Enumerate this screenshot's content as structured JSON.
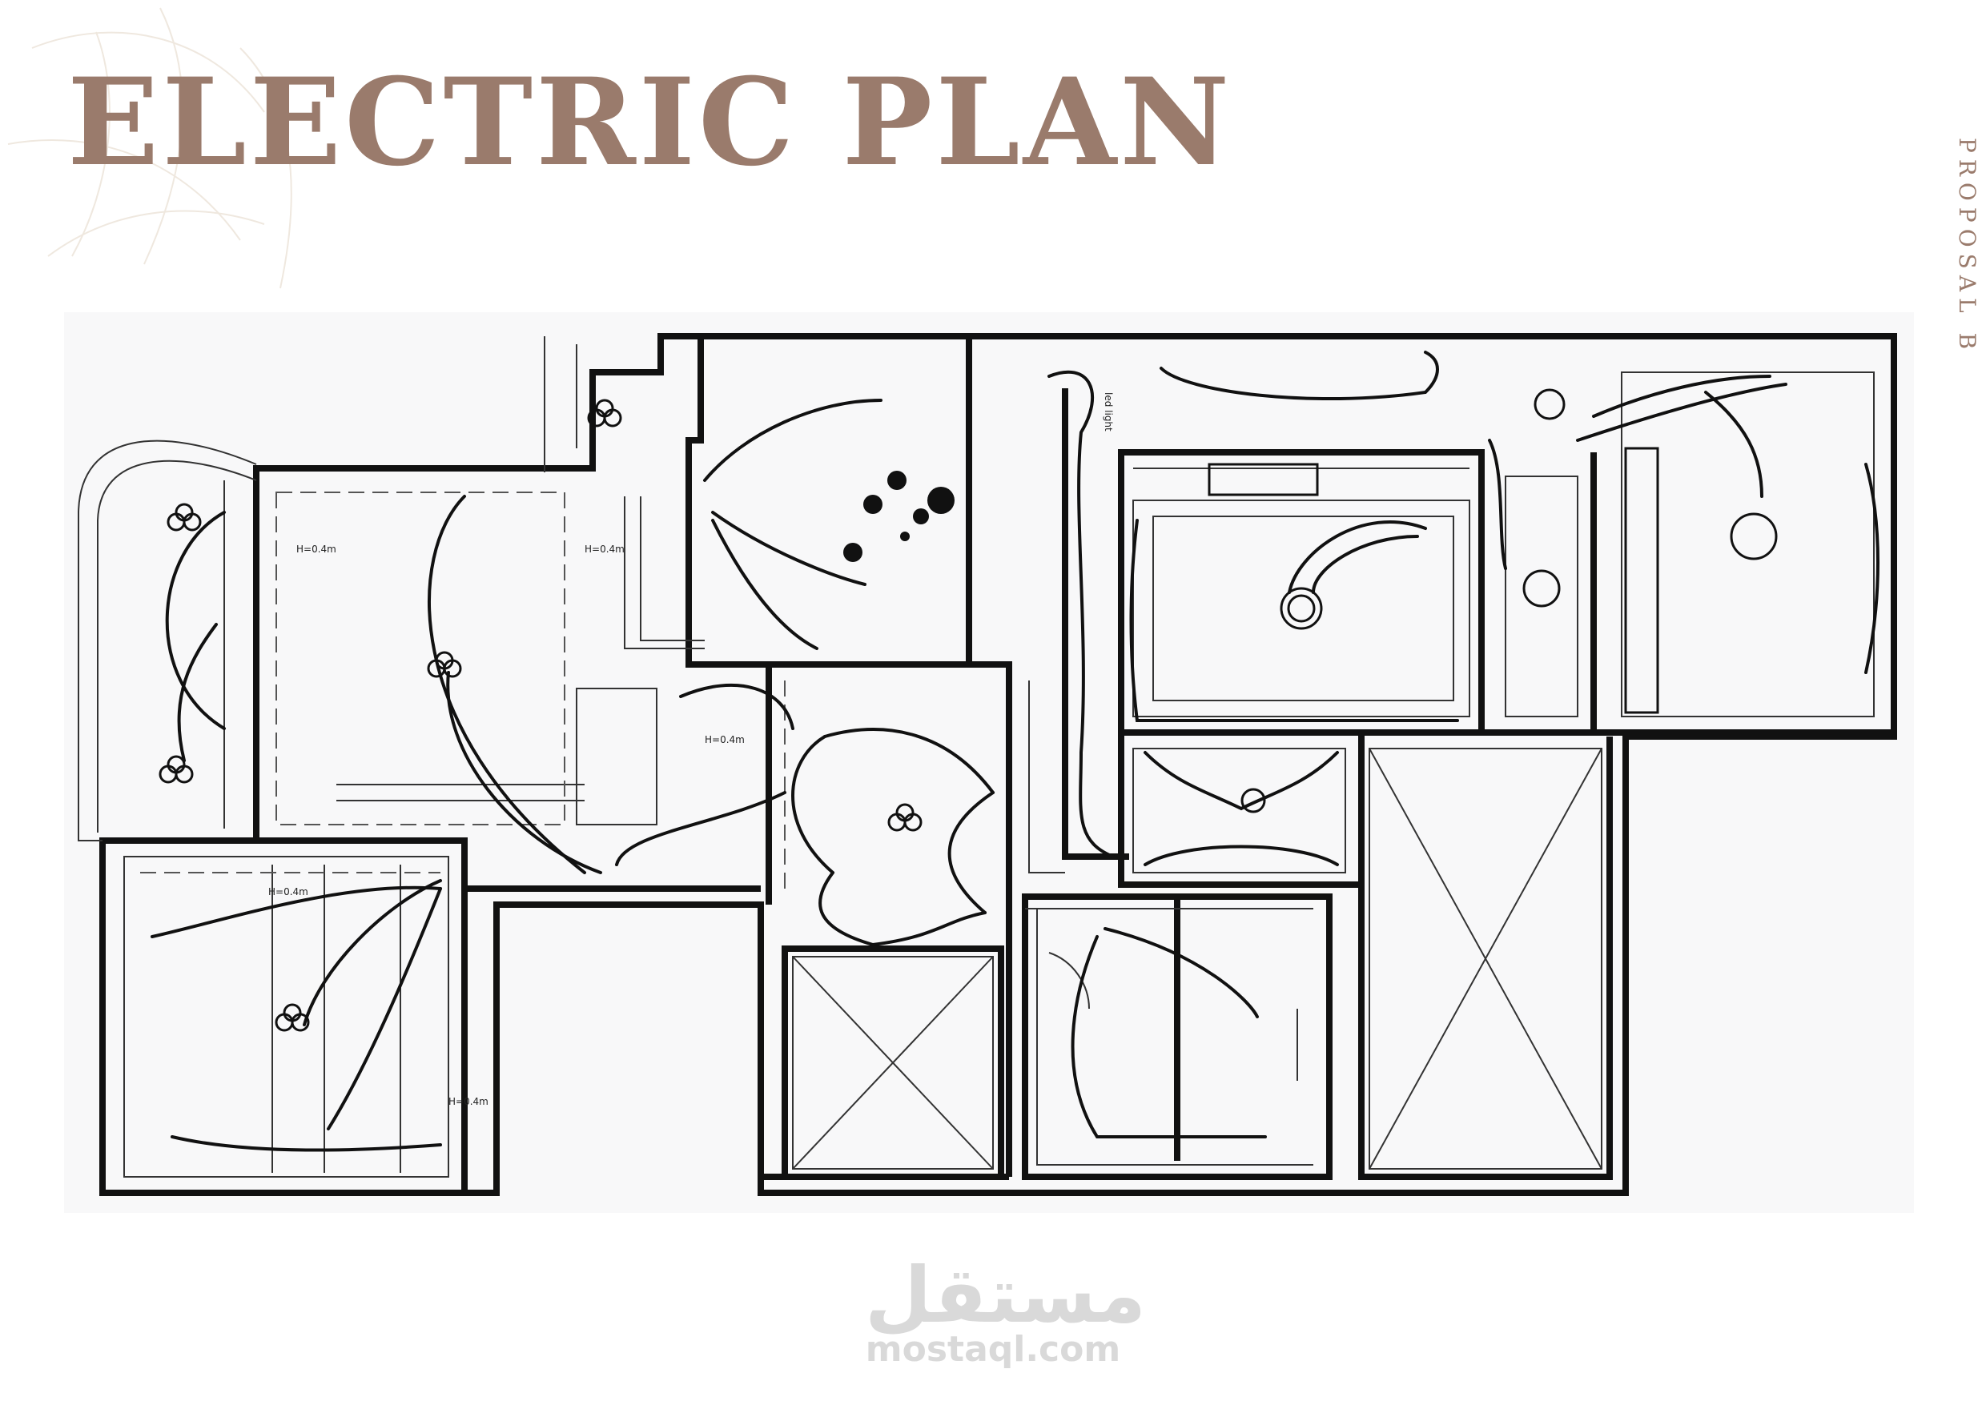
{
  "page": {
    "title": "ELECTRIC PLAN",
    "side_label": "PROPOSAL B",
    "accent_color": "#9a7b6c"
  },
  "plan": {
    "labels": [
      "H=0.4m",
      "H=0.4m",
      "H=0.4m",
      "H=0.4m",
      "H=0.4m",
      "led light"
    ]
  },
  "watermark": {
    "arabic": "مستقل",
    "latin": "mostaql.com"
  }
}
